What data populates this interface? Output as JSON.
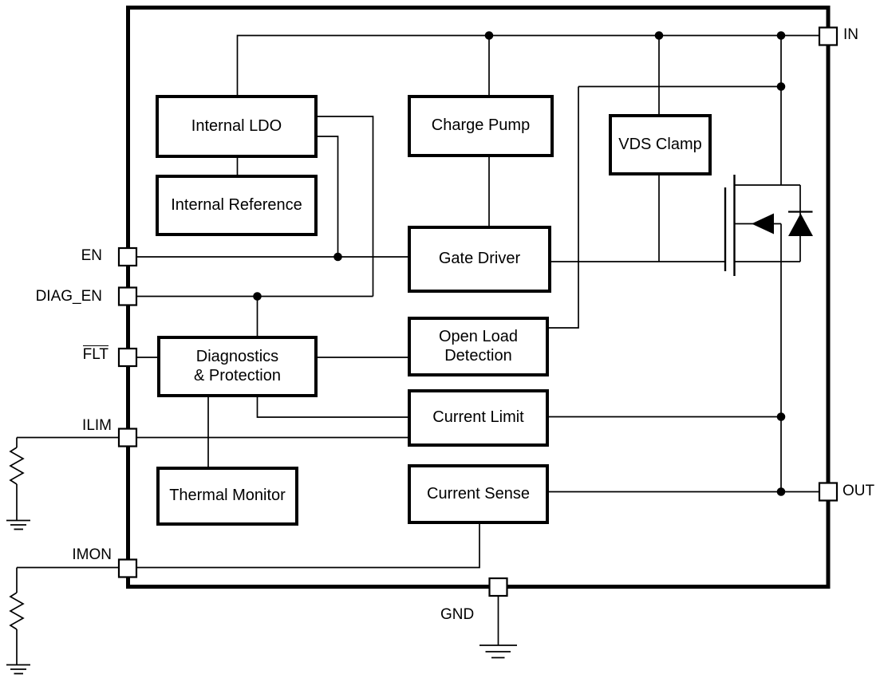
{
  "diagram": {
    "background": "#ffffff",
    "line_color": "#000000",
    "text_color": "#000000",
    "box_fill": "#ffffff"
  },
  "blocks": [
    {
      "id": "internal-ldo",
      "label": "Internal LDO"
    },
    {
      "id": "internal-reference",
      "label": "Internal Reference"
    },
    {
      "id": "charge-pump",
      "label": "Charge Pump"
    },
    {
      "id": "vds-clamp",
      "label": "VDS Clamp"
    },
    {
      "id": "gate-driver",
      "label": "Gate Driver"
    },
    {
      "id": "open-load-detection",
      "label": "Open Load\nDetection"
    },
    {
      "id": "diagnostics-protection",
      "label": "Diagnostics\n& Protection"
    },
    {
      "id": "current-limit",
      "label": "Current Limit"
    },
    {
      "id": "thermal-monitor",
      "label": "Thermal Monitor"
    },
    {
      "id": "current-sense",
      "label": "Current Sense"
    }
  ],
  "pins": [
    {
      "id": "in",
      "label": "IN",
      "side": "right"
    },
    {
      "id": "out",
      "label": "OUT",
      "side": "right"
    },
    {
      "id": "en",
      "label": "EN",
      "side": "left"
    },
    {
      "id": "diag-en",
      "label": "DIAG_EN",
      "side": "left"
    },
    {
      "id": "flt",
      "label": "FLT",
      "side": "left",
      "overline": true
    },
    {
      "id": "ilim",
      "label": "ILIM",
      "side": "left"
    },
    {
      "id": "imon",
      "label": "IMON",
      "side": "left"
    },
    {
      "id": "gnd",
      "label": "GND",
      "side": "bottom"
    }
  ],
  "symbols": [
    {
      "name": "power-mosfet-symbol"
    },
    {
      "name": "body-diode-icon"
    },
    {
      "name": "resistor-icon",
      "count": 2
    },
    {
      "name": "ground-icon",
      "count": 3
    },
    {
      "name": "junction-dot",
      "count": 8
    }
  ]
}
